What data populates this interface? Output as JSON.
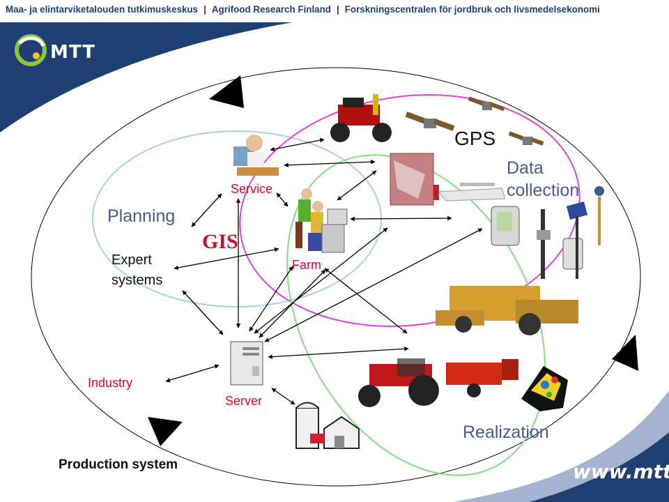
{
  "header": {
    "org_fi": "Maa- ja elintarviketalouden tutkimuskeskus",
    "separator": "|",
    "org_en": "Agrifood Research Finland",
    "org_sv": "Forskningscentralen för jordbruk och livsmedelsekonomi"
  },
  "logo": {
    "text": "MTT"
  },
  "footer": {
    "url": "www.mtt.fi"
  },
  "diagram": {
    "gps": "GPS",
    "data_collection_1": "Data",
    "data_collection_2": "collection",
    "service": "Service",
    "planning": "Planning",
    "gis": "GIS",
    "expert_1": "Expert",
    "expert_2": "systems",
    "farm": "Farm",
    "industry": "Industry",
    "server": "Server",
    "realization": "Realization",
    "production_system": "Production system"
  },
  "colors": {
    "brand_navy": "#1f3f73",
    "planning_circle": "#a7d3df",
    "data_circle": "#e040e0",
    "realization_circle": "#7fe07f",
    "red_label": "#e8002a",
    "gray_label": "#4a5a90"
  }
}
